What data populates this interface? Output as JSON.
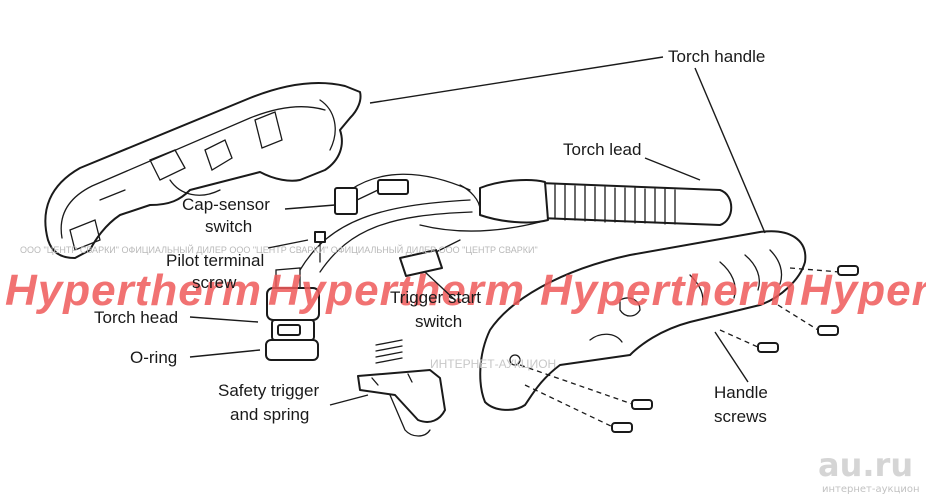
{
  "labels": {
    "torch_handle": "Torch handle",
    "torch_lead": "Torch lead",
    "cap_sensor_1": "Cap-sensor",
    "cap_sensor_2": "switch",
    "pilot_1": "Pilot terminal",
    "pilot_2": "screw",
    "torch_head": "Torch head",
    "trigger_1": "Trigger start",
    "trigger_2": "switch",
    "oring": "O-ring",
    "safety_1": "Safety trigger",
    "safety_2": "and spring",
    "handle_screws_1": "Handle",
    "handle_screws_2": "screws"
  },
  "watermark": {
    "brand": "Hypertherm",
    "dealer_text": "ООО \"ЦЕНТР СВАРКИ\"   ОФИЦИАЛЬНЫЙ ДИЛЕР   ООО \"ЦЕНТР СВАРКИ\"   ОФИЦИАЛЬНЫЙ ДИЛЕР   ООО \"ЦЕНТР СВАРКИ\"",
    "center_text": "ИНТЕРНЕТ-АУКЦИОН",
    "color": "#ef5a5a"
  },
  "site_logo": {
    "name": "au.ru",
    "tagline": "интернет-аукцион"
  }
}
